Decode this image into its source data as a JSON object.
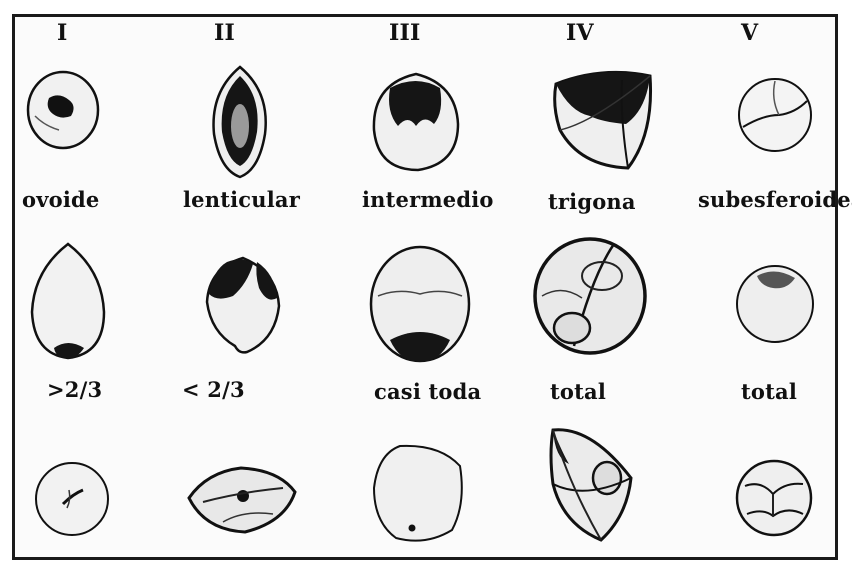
{
  "columns": [
    "I",
    "II",
    "III",
    "IV",
    "V"
  ],
  "shape_labels": [
    "ovoide",
    "lenticular",
    "intermedio",
    "trigona",
    "subesferoidea"
  ],
  "extent_labels": [
    ">2/3",
    "< 2/3",
    "casi toda",
    "total",
    "total"
  ],
  "colors": {
    "ink": "#111111",
    "border": "#1a1a1a",
    "paper": "#fbfbfb"
  }
}
